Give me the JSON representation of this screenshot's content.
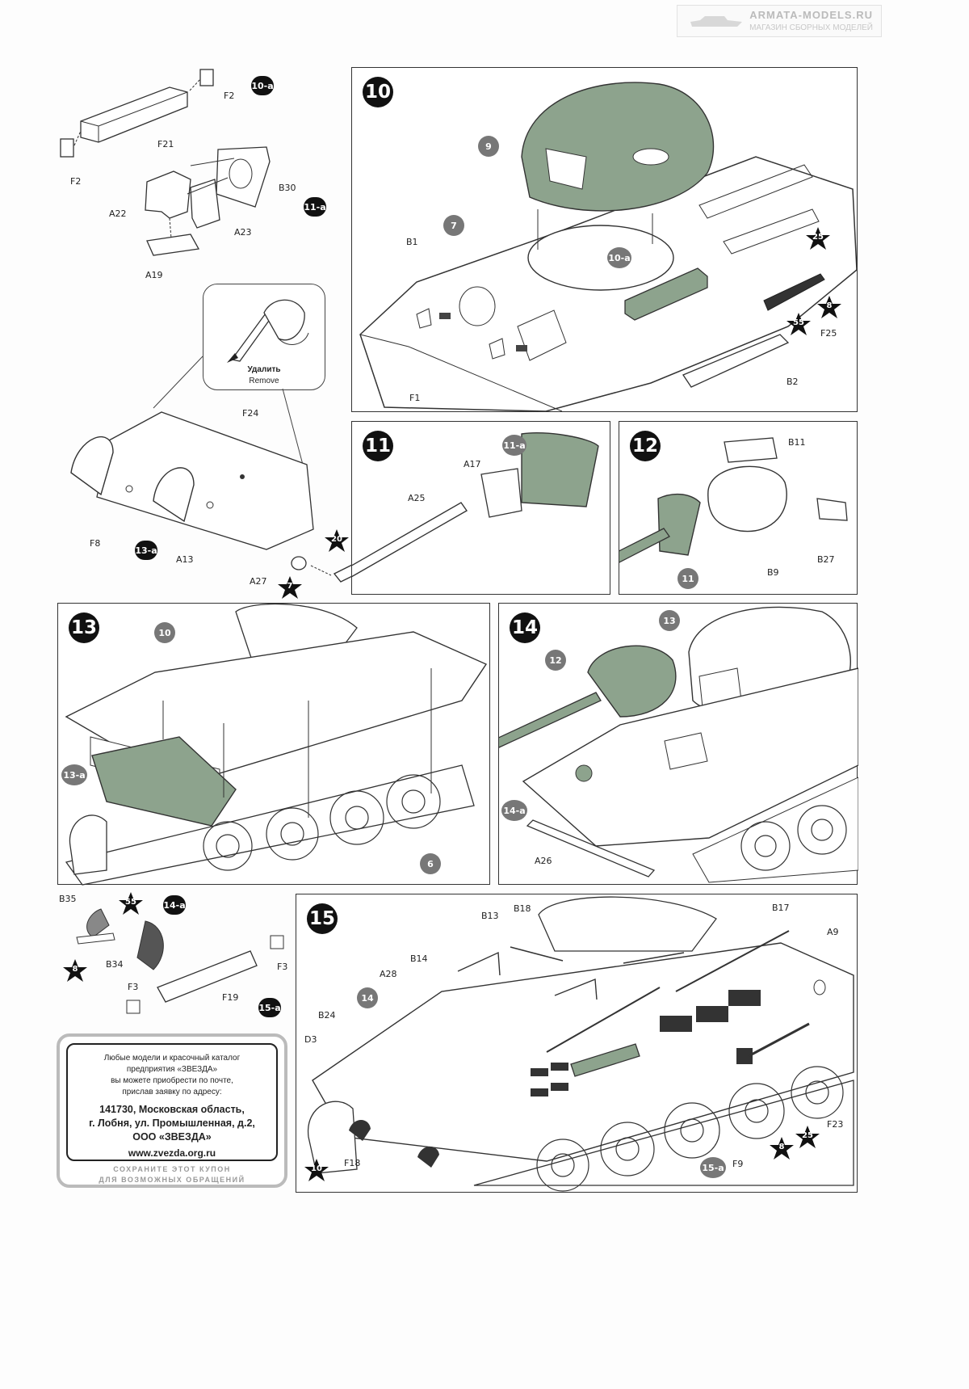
{
  "watermark": {
    "site": "ARMATA-MODELS.RU",
    "subtitle": "МАГАЗИН СБОРНЫХ МОДЕЛЕЙ"
  },
  "steps": {
    "s10": "10",
    "s11": "11",
    "s12": "12",
    "s13": "13",
    "s14": "14",
    "s15": "15"
  },
  "subassemblies": {
    "a10": "10-a",
    "a11": "11-a",
    "a13": "13-a",
    "a14": "14-a",
    "a15": "15-a"
  },
  "remove_note": {
    "ru": "Удалить",
    "en": "Remove"
  },
  "part_labels": {
    "F2a": "F2",
    "F21": "F21",
    "F2b": "F2",
    "A22": "A22",
    "B30": "B30",
    "A23": "A23",
    "A19": "A19",
    "F24": "F24",
    "F8": "F8",
    "A13": "A13",
    "A27": "A27",
    "B1": "B1",
    "F1": "F1",
    "F25": "F25",
    "B2": "B2",
    "A17": "A17",
    "A25": "A25",
    "B11": "B11",
    "B9": "B9",
    "B27": "B27",
    "A26": "A26",
    "B35": "B35",
    "B34": "B34",
    "F3a": "F3",
    "F3b": "F3",
    "F19": "F19",
    "B13": "B13",
    "B18": "B18",
    "B17": "B17",
    "A9": "A9",
    "B14": "B14",
    "A28": "A28",
    "B24": "B24",
    "D3": "D3",
    "F18": "F18",
    "F9": "F9",
    "F23": "F23"
  },
  "ref_circles": {
    "r9": "9",
    "r7": "7",
    "r10a": "10-a",
    "r11a": "11-a",
    "r11": "11",
    "r10": "10",
    "r13a": "13-a",
    "r6": "6",
    "r13": "13",
    "r12": "12",
    "r14a": "14-a",
    "r14": "14",
    "r15a": "15-a"
  },
  "stars": {
    "st25a": "25",
    "st8a": "8",
    "st55a": "55",
    "st20": "20",
    "st7": "7",
    "st55b": "55",
    "st8b": "8",
    "st10": "10",
    "st8c": "8",
    "st25b": "25"
  },
  "coupon": {
    "line1": "Любые модели и красочный каталог",
    "line2": "предприятия «ЗВЕЗДА»",
    "line3": "вы можете приобрести по почте,",
    "line4": "прислав заявку по адресу:",
    "addr1": "141730, Московская область,",
    "addr2": "г. Лобня, ул. Промышленная, д.2,",
    "addr3": "ООО «ЗВЕЗДА»",
    "web": "www.zvezda.org.ru",
    "foot1": "СОХРАНИТЕ ЭТОТ КУПОН",
    "foot2": "ДЛЯ ВОЗМОЖНЫХ ОБРАЩЕНИЙ"
  },
  "colors": {
    "highlight_part": "#8a9b8a",
    "panel_border": "#333333",
    "step_circle": "#111111",
    "ref_circle": "#777777"
  }
}
